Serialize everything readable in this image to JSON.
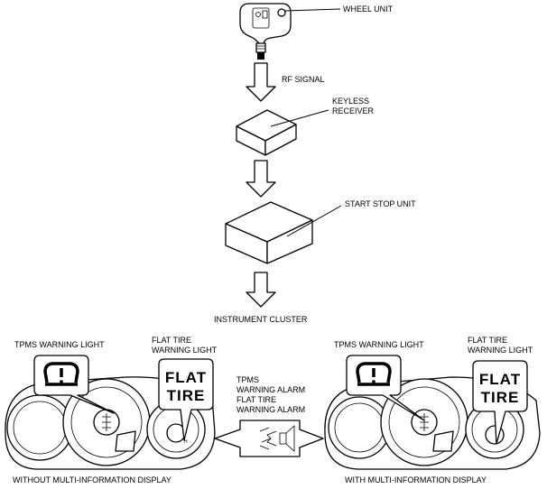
{
  "labels": {
    "wheel_unit": "WHEEL UNIT",
    "rf_signal": "RF SIGNAL",
    "keyless_receiver_1": "KEYLESS",
    "keyless_receiver_2": "RECEIVER",
    "start_stop_unit": "START STOP UNIT",
    "instrument_cluster": "INSTRUMENT CLUSTER",
    "tpms_warning_light": "TPMS WARNING LIGHT",
    "flat_tire_warning_light_1": "FLAT TIRE",
    "flat_tire_warning_light_2": "WARNING LIGHT",
    "alarm_1": "TPMS",
    "alarm_2": "WARNING ALARM",
    "alarm_3": "FLAT TIRE",
    "alarm_4": "WARNING ALARM",
    "without_mid": "WITHOUT MULTI-INFORMATION DISPLAY",
    "with_mid": "WITH MULTI-INFORMATION DISPLAY"
  },
  "indicator": {
    "flat_line1": "FLAT",
    "flat_line2": "TIRE",
    "tpms_symbol": "(!)"
  },
  "icons": {
    "flow_arrow": "down-arrow-icon",
    "speaker": "speaker-icon",
    "tpms": "tire-pressure-icon"
  }
}
